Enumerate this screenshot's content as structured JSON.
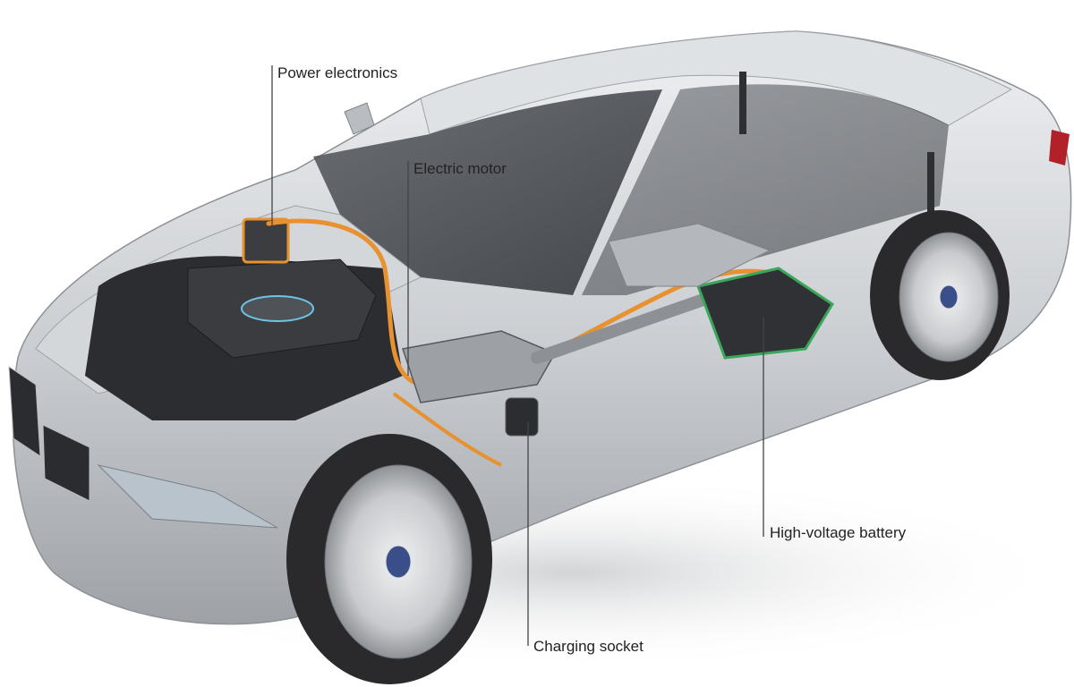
{
  "colors": {
    "background": "#ffffff",
    "body_silver": "#c9ccd0",
    "body_light": "#e6e8ea",
    "body_shadow": "#8e9297",
    "glass": "#3a3d42",
    "engine_dark": "#2b2d30",
    "hv_cable_orange": "#e8912f",
    "battery_green": "#3aa65a",
    "tire": "#2a2a2c",
    "rim": "#d6d8db",
    "callout_line": "#444444",
    "label_text": "#222222"
  },
  "callouts": {
    "power_electronics": "Power electronics",
    "electric_motor": "Electric motor",
    "high_voltage_battery": "High-voltage battery",
    "charging_socket": "Charging socket"
  }
}
